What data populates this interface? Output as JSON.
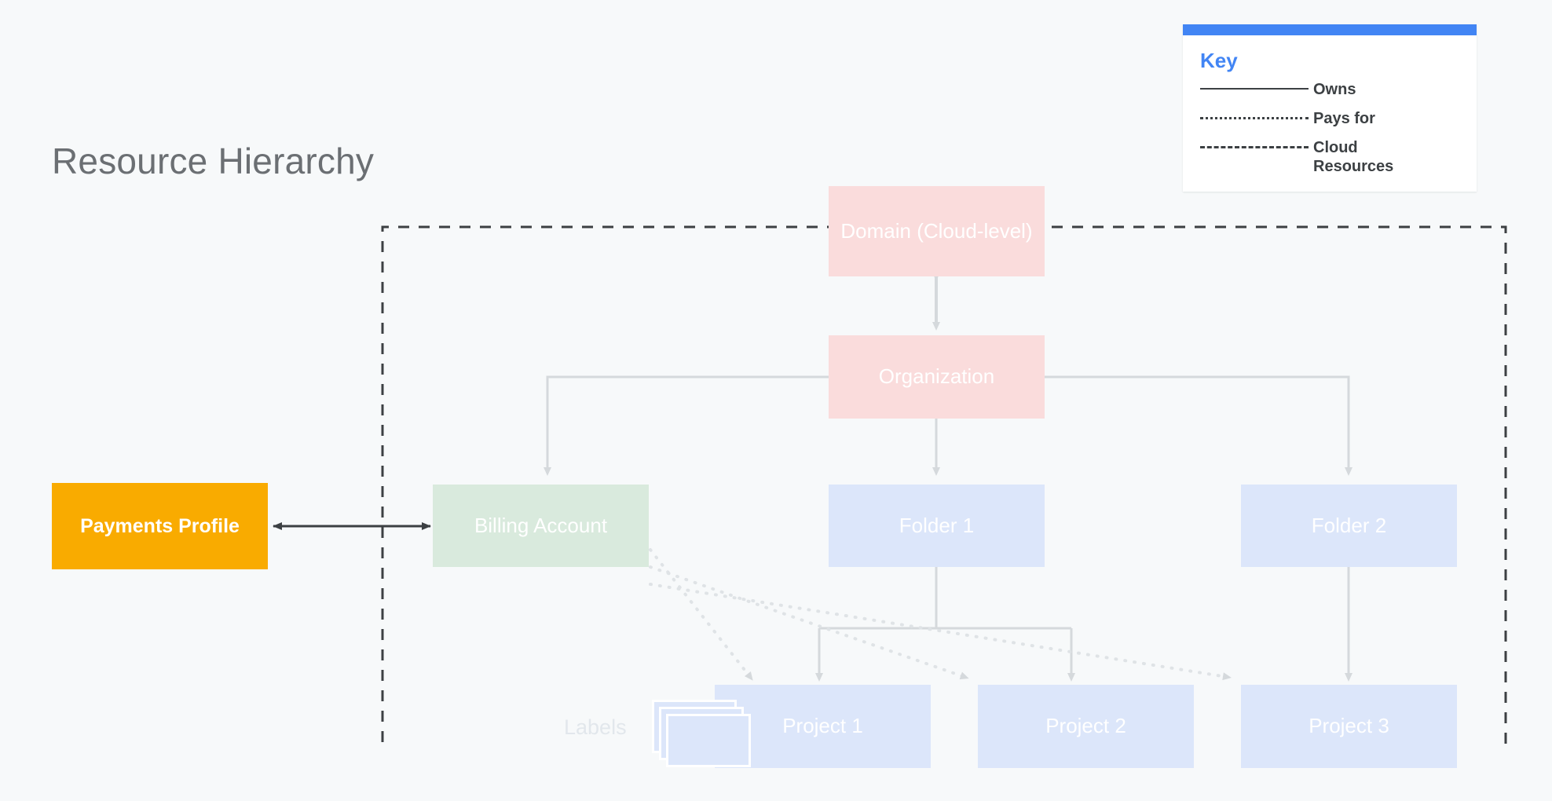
{
  "page": {
    "title": "Resource Hierarchy",
    "background_color": "#f7f9fa"
  },
  "key_panel": {
    "heading": "Key",
    "accent_color": "#4285f4",
    "entries": [
      {
        "style": "solid",
        "label": "Owns"
      },
      {
        "style": "dotted",
        "label": "Pays for"
      },
      {
        "style": "dashed",
        "label": "Cloud Resources"
      }
    ]
  },
  "nodes": {
    "payments_profile": {
      "label": "Payments Profile",
      "color": "#f9ab00"
    },
    "domain": {
      "label": "Domain (Cloud-level)",
      "color": "#fadcdc"
    },
    "organization": {
      "label": "Organization",
      "color": "#fadcdc"
    },
    "billing_account": {
      "label": "Billing Account",
      "color": "#d9eadd"
    },
    "folder_1": {
      "label": "Folder 1",
      "color": "#dce6fa"
    },
    "folder_2": {
      "label": "Folder 2",
      "color": "#dce6fa"
    },
    "project_1": {
      "label": "Project 1",
      "color": "#dce6fa"
    },
    "project_2": {
      "label": "Project 2",
      "color": "#dce6fa"
    },
    "project_3": {
      "label": "Project 3",
      "color": "#dce6fa"
    },
    "labels": {
      "label": "Labels",
      "color": "#dce6fa"
    }
  },
  "connections": {
    "payments_to_billing": "Payments Profile <-> Billing Account",
    "domain_to_organization": "Domain (Cloud-level) <-> Organization",
    "organization_owns": [
      "Billing Account",
      "Folder 1",
      "Folder 2"
    ],
    "folder1_owns": [
      "Project 1",
      "Project 2"
    ],
    "folder2_owns": [
      "Project 3"
    ],
    "billing_pays_for": [
      "Project 1",
      "Project 2",
      "Project 3"
    ],
    "cloud_resources_boundary": "dashed region enclosing Domain, Organization, Billing Account, Folders and Projects"
  }
}
